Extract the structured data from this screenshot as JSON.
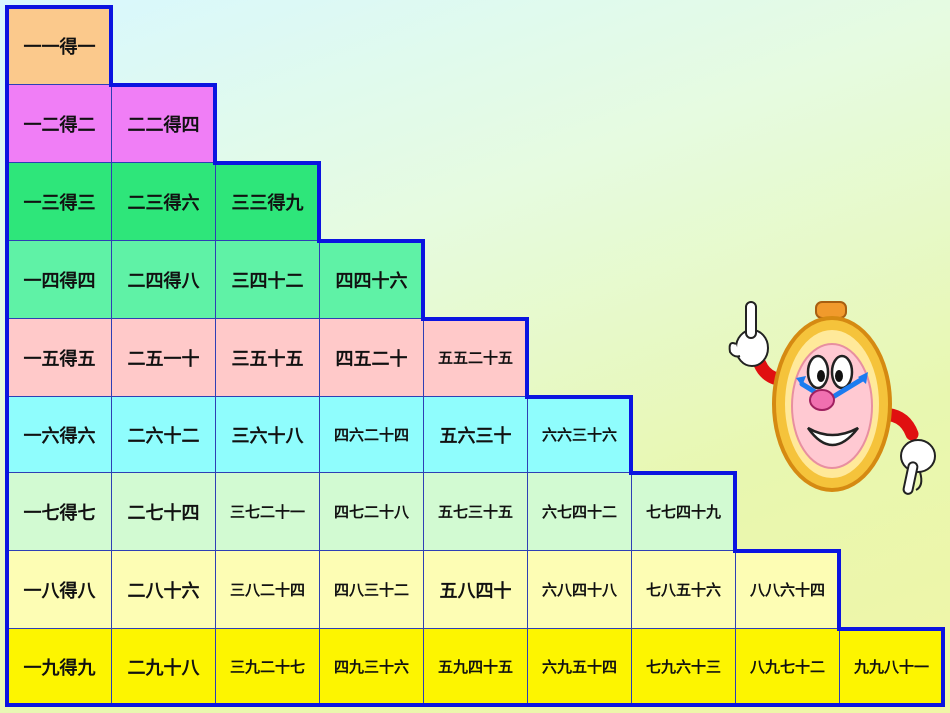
{
  "colors": {
    "border": "#0b14e0",
    "rows": [
      "#fbc98c",
      "#f07ef6",
      "#2ee67a",
      "#5ff2a6",
      "#ffc9c9",
      "#8ffdfd",
      "#d2fad2",
      "#fdfdb4",
      "#fdf500"
    ]
  },
  "rows": [
    [
      "一一得一"
    ],
    [
      "一二得二",
      "二二得四"
    ],
    [
      "一三得三",
      "二三得六",
      "三三得九"
    ],
    [
      "一四得四",
      "二四得八",
      "三四十二",
      "四四十六"
    ],
    [
      "一五得五",
      "二五一十",
      "三五十五",
      "四五二十",
      "五五二十五"
    ],
    [
      "一六得六",
      "二六十二",
      "三六十八",
      "四六二十四",
      "五六三十",
      "六六三十六"
    ],
    [
      "一七得七",
      "二七十四",
      "三七二十一",
      "四七二十八",
      "五七三十五",
      "六七四十二",
      "七七四十九"
    ],
    [
      "一八得八",
      "二八十六",
      "三八二十四",
      "四八三十二",
      "五八四十",
      "六八四十八",
      "七八五十六",
      "八八六十四"
    ],
    [
      "一九得九",
      "二九十八",
      "三九二十七",
      "四九三十六",
      "五九四十五",
      "六九五十四",
      "七九六十三",
      "八九七十二",
      "九九八十一"
    ]
  ],
  "mascot": {
    "icon": "smiling-clock-mascot-icon"
  }
}
